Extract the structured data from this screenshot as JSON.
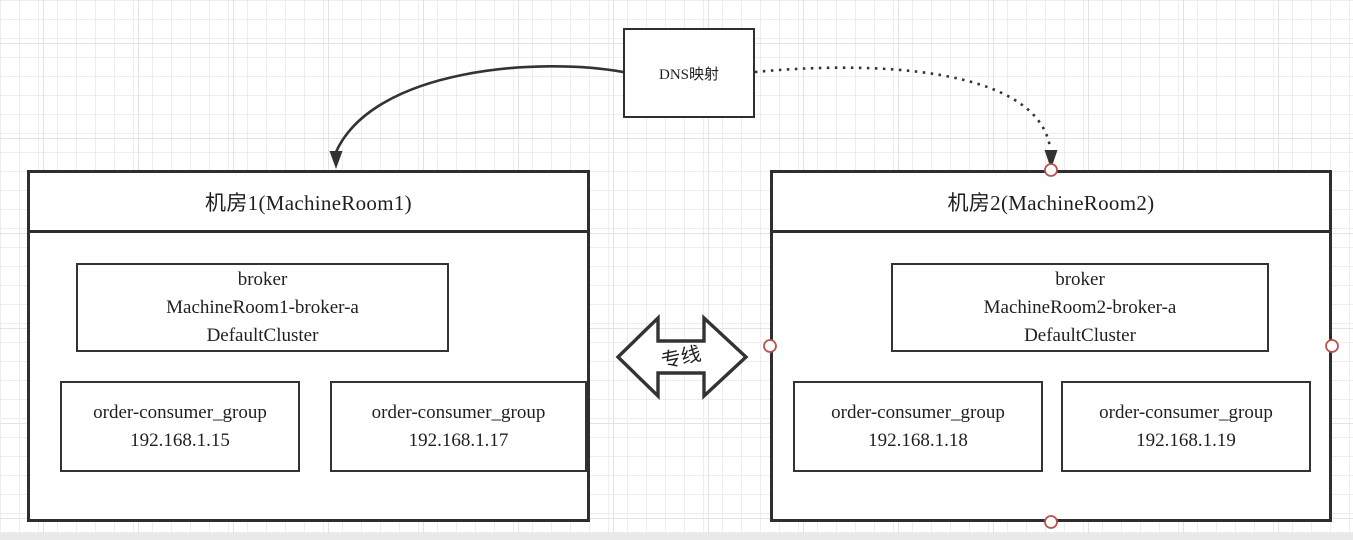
{
  "colors": {
    "line": "#333333",
    "room_border": "#2e2e2e",
    "anchor": "#b85450",
    "grid_minor": "#ededed",
    "grid_major": "#e3e3e3",
    "text": "#1f1f1f"
  },
  "dns_box": {
    "label": "DNS映射"
  },
  "dedicated_line": {
    "label": "专线"
  },
  "rooms": [
    {
      "title": "机房1(MachineRoom1)",
      "broker_lines": [
        "broker",
        "MachineRoom1-broker-a",
        "DefaultCluster"
      ],
      "consumers": [
        {
          "name": "order-consumer_group",
          "ip": "192.168.1.15"
        },
        {
          "name": "order-consumer_group",
          "ip": "192.168.1.17"
        }
      ]
    },
    {
      "title": "机房2(MachineRoom2)",
      "broker_lines": [
        "broker",
        "MachineRoom2-broker-a",
        "DefaultCluster"
      ],
      "consumers": [
        {
          "name": "order-consumer_group",
          "ip": "192.168.1.18"
        },
        {
          "name": "order-consumer_group",
          "ip": "192.168.1.19"
        }
      ]
    }
  ]
}
